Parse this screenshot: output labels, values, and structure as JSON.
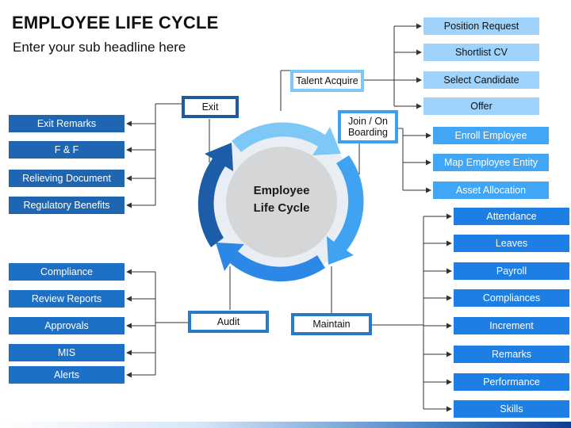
{
  "header": {
    "title": "EMPLOYEE LIFE CYCLE",
    "subtitle": "Enter your sub headline here"
  },
  "center": {
    "line1": "Employee",
    "line2": "Life Cycle"
  },
  "stages": {
    "exit": "Exit",
    "talent_acquire": "Talent Acquire",
    "join_onboarding_line1": "Join / On",
    "join_onboarding_line2": "Boarding",
    "audit": "Audit",
    "maintain": "Maintain"
  },
  "exit_items": [
    "Exit Remarks",
    "F & F",
    "Relieving Document",
    "Regulatory Benefits"
  ],
  "talent_items": [
    "Position Request",
    "Shortlist CV",
    "Select Candidate",
    "Offer"
  ],
  "onboarding_items": [
    "Enroll Employee",
    "Map Employee Entity",
    "Asset Allocation"
  ],
  "audit_items": [
    "Compliance",
    "Review Reports",
    "Approvals",
    "MIS",
    "Alerts"
  ],
  "maintain_items": [
    "Attendance",
    "Leaves",
    "Payroll",
    "Compliances",
    "Increment",
    "Remarks",
    "Performance",
    "Skills"
  ],
  "colors": {
    "dark_box": "#1f66b2",
    "light_box": "#9fd3fb",
    "onboard_box": "#40a6f5",
    "maintain_box": "#1d7fe3",
    "connector": "#333333"
  }
}
